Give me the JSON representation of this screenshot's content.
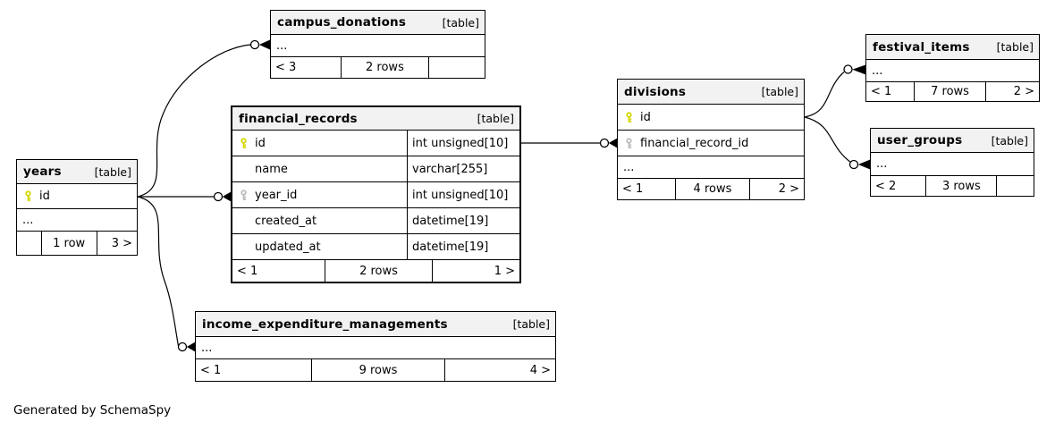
{
  "diagram": {
    "generator_note": "Generated by SchemaSpy",
    "badge_label": "[table]",
    "colors": {
      "border": "#000000",
      "header_bg": "#f2f2f2",
      "primary_key": "#d6d600",
      "foreign_key": "#bbbbbb"
    }
  },
  "tables": {
    "campus_donations": {
      "name": "campus_donations",
      "badge": "[table]",
      "ellipsis": "...",
      "footer": {
        "left": "< 3",
        "center": "2 rows",
        "right": ""
      }
    },
    "financial_records": {
      "name": "financial_records",
      "badge": "[table]",
      "columns": [
        {
          "name": "id",
          "type": "int unsigned[10]",
          "key": "primary"
        },
        {
          "name": "name",
          "type": "varchar[255]",
          "key": ""
        },
        {
          "name": "year_id",
          "type": "int unsigned[10]",
          "key": "foreign"
        },
        {
          "name": "created_at",
          "type": "datetime[19]",
          "key": ""
        },
        {
          "name": "updated_at",
          "type": "datetime[19]",
          "key": ""
        }
      ],
      "footer": {
        "left": "< 1",
        "center": "2 rows",
        "right": "1 >"
      }
    },
    "years": {
      "name": "years",
      "badge": "[table]",
      "columns": [
        {
          "name": "id",
          "type": "",
          "key": "primary"
        }
      ],
      "ellipsis": "...",
      "footer": {
        "left": "",
        "center": "1 row",
        "right": "3 >"
      }
    },
    "divisions": {
      "name": "divisions",
      "badge": "[table]",
      "columns": [
        {
          "name": "id",
          "type": "",
          "key": "primary"
        },
        {
          "name": "financial_record_id",
          "type": "",
          "key": "foreign"
        }
      ],
      "ellipsis": "...",
      "footer": {
        "left": "< 1",
        "center": "4 rows",
        "right": "2 >"
      }
    },
    "festival_items": {
      "name": "festival_items",
      "badge": "[table]",
      "ellipsis": "...",
      "footer": {
        "left": "< 1",
        "center": "7 rows",
        "right": "2 >"
      }
    },
    "user_groups": {
      "name": "user_groups",
      "badge": "[table]",
      "ellipsis": "...",
      "footer": {
        "left": "< 2",
        "center": "3 rows",
        "right": ""
      }
    },
    "income_expenditure_managements": {
      "name": "income_expenditure_managements",
      "badge": "[table]",
      "ellipsis": "...",
      "footer": {
        "left": "< 1",
        "center": "9 rows",
        "right": "4 >"
      }
    }
  },
  "relationships": [
    {
      "from": "years.id",
      "to": "campus_donations"
    },
    {
      "from": "years.id",
      "to": "financial_records.year_id"
    },
    {
      "from": "years.id",
      "to": "income_expenditure_managements"
    },
    {
      "from": "financial_records.id",
      "to": "divisions.financial_record_id"
    },
    {
      "from": "divisions.id",
      "to": "festival_items"
    },
    {
      "from": "divisions.id",
      "to": "user_groups"
    }
  ]
}
